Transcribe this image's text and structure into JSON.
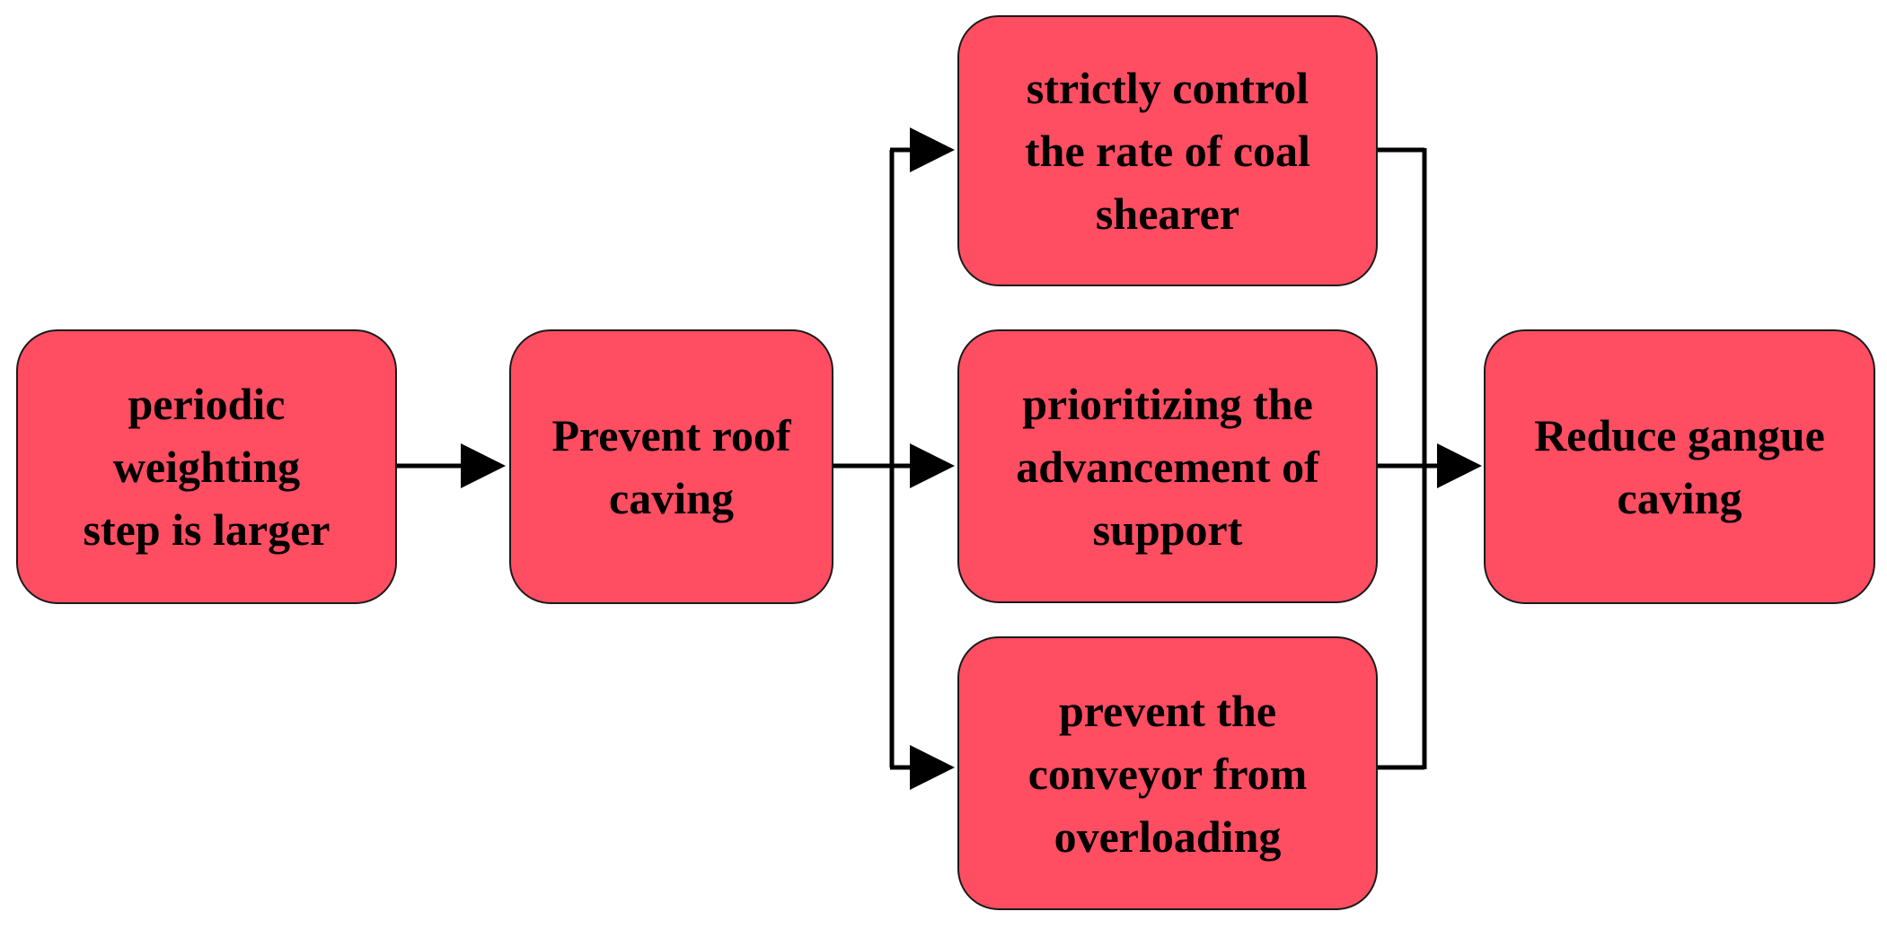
{
  "diagram": {
    "nodes": {
      "cause": "periodic weighting step is larger",
      "prevent_roof": "Prevent roof caving",
      "control_rate": "strictly control the rate of coal shearer",
      "prioritize_support": "prioritizing the advancement of support",
      "prevent_overload": "prevent the conveyor from overloading",
      "reduce_gangue": "Reduce gangue caving"
    },
    "colors": {
      "node_fill": "#ff4d62",
      "node_border": "#1a1a1a",
      "connector": "#000000"
    }
  }
}
